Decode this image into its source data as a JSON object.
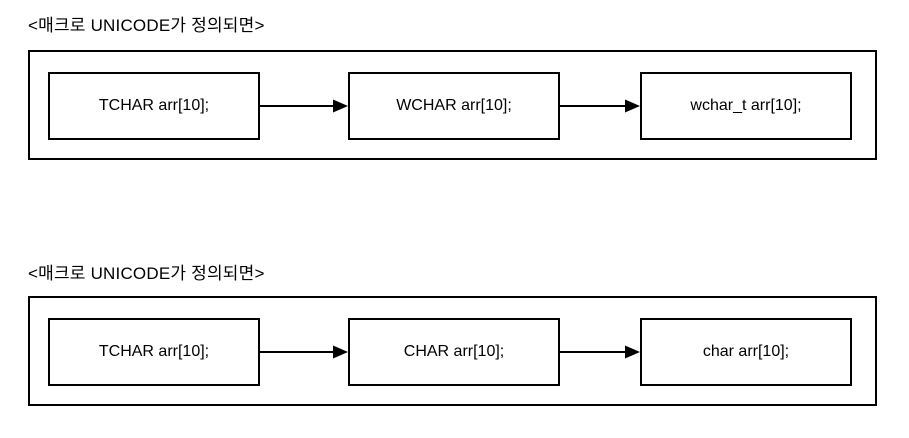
{
  "colors": {
    "ink": "#000000",
    "paper": "#ffffff"
  },
  "sections": [
    {
      "title": "<매크로 UNICODE가 정의되면>",
      "nodes": [
        "TCHAR arr[10];",
        "WCHAR arr[10];",
        "wchar_t arr[10];"
      ]
    },
    {
      "title": "<매크로 UNICODE가 정의되면>",
      "nodes": [
        "TCHAR arr[10];",
        "CHAR arr[10];",
        "char arr[10];"
      ]
    }
  ]
}
